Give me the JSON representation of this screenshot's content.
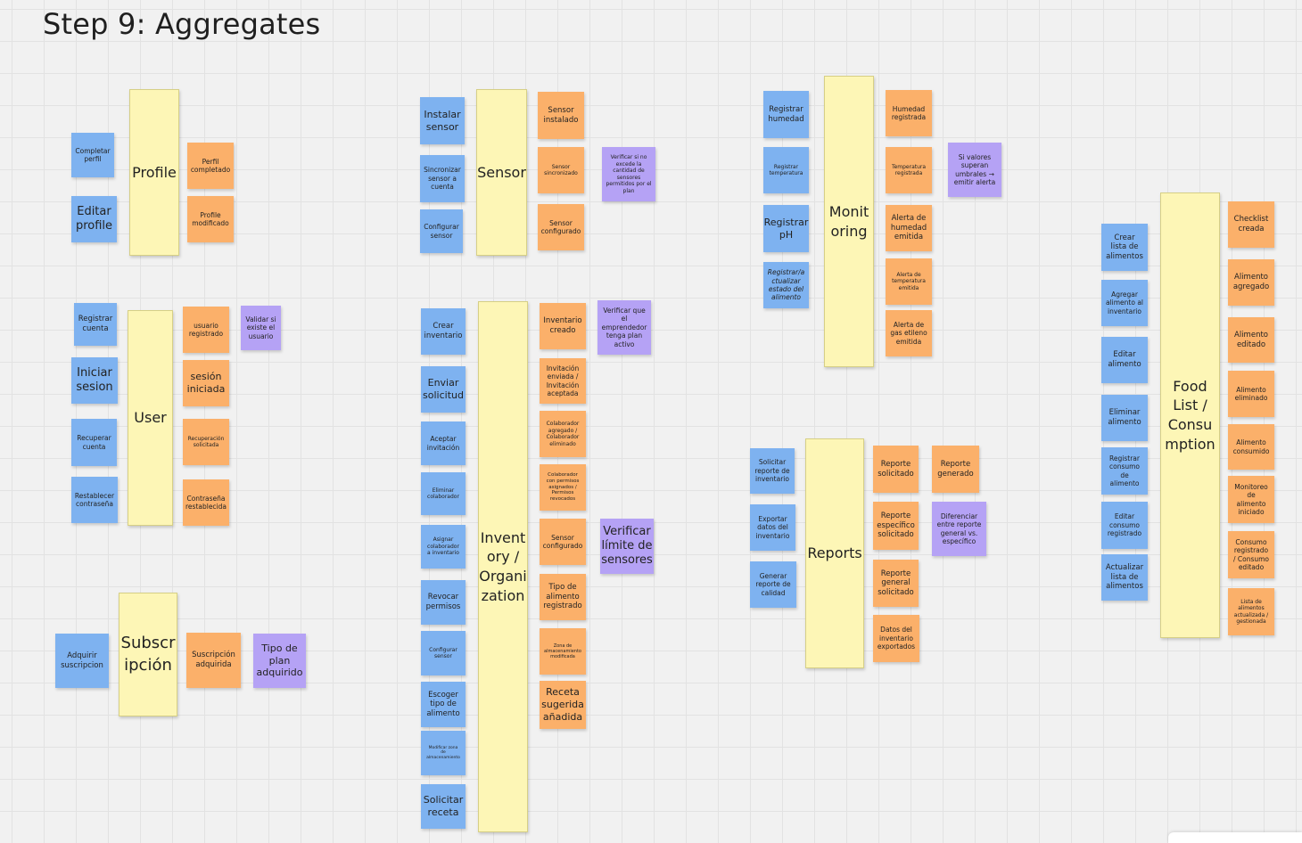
{
  "board": {
    "title": "Step 9: Aggregates"
  },
  "colors": {
    "command": "#7eb2f0",
    "event": "#fbb06a",
    "policy": "#b5a2f5",
    "aggregate": "#fdf6b6"
  },
  "profile": {
    "aggregate": "Profile",
    "commands": [
      "Completar\nperfil",
      "Editar\nprofile"
    ],
    "events": [
      "Perfil\ncompletado",
      "Profile\nmodificado"
    ]
  },
  "user": {
    "aggregate": "User",
    "commands": [
      "Registrar\ncuenta",
      "Iniciar\nsesion",
      "Recuperar\ncuenta",
      "Restablecer\ncontraseña"
    ],
    "events": [
      "usuario\nregistrado",
      "sesión\niniciada",
      "Recuperación\nsolicitada",
      "Contraseña\nrestablecida"
    ],
    "policies": [
      "Validar si\nexiste el\nusuario"
    ]
  },
  "subscription": {
    "aggregate": "Subscr\nipción",
    "commands": [
      "Adquirir\nsuscripcion"
    ],
    "events": [
      "Suscripción\nadquirida"
    ],
    "policies": [
      "Tipo de\nplan\nadquirido"
    ]
  },
  "sensor": {
    "aggregate": "Sensor",
    "commands": [
      "Instalar\nsensor",
      "Sincronizar\nsensor a\ncuenta",
      "Configurar\nsensor"
    ],
    "events": [
      "Sensor\ninstalado",
      "Sensor\nsincronizado",
      "Sensor\nconfigurado"
    ],
    "policies": [
      "Verificar si no\nexcede la\ncantidad de\nsensores\npermitidos por el\nplan"
    ]
  },
  "inventory": {
    "aggregate": "Invent\nory /\nOrgani\nzation",
    "commands": [
      "Crear\ninventario",
      "Enviar\nsolicitud",
      "Aceptar\ninvitación",
      "Eliminar\ncolaborador",
      "Asignar\ncolaborador\na inventario",
      "Revocar\npermisos",
      "Configurar\nsensor",
      "Escoger\ntipo de\nalimento",
      "Modificar zona\nde\nalmacenamiento",
      "Solicitar\nreceta"
    ],
    "events": [
      "Inventario\ncreado",
      "Invitación\nenviada /\nInvitación\naceptada",
      "Colaborador\nagregado /\nColaborador\neliminado",
      "Colaborador\ncon permisos\nasignados /\nPermisos\nrevocados",
      "Sensor\nconfigurado",
      "Tipo de\nalimento\nregistrado",
      "Zona de\nalmacenamiento\nmodificada",
      "Receta\nsugerida\nañadida"
    ],
    "policies": [
      "Verificar que\nel\nemprendedor\ntenga plan\nactivo",
      "Verificar\nlímite de\nsensores"
    ]
  },
  "monitoring": {
    "aggregate": "Monit\noring",
    "commands": [
      "Registrar\nhumedad",
      "Registrar\ntemperatura",
      "Registrar\npH",
      "Registrar/a\nctualizar\nestado del\nalimento"
    ],
    "events": [
      "Humedad\nregistrada",
      "Temperatura\nregistrada",
      "Alerta de\nhumedad\nemitida",
      "Alerta de\ntemperatura\nemitida",
      "Alerta de\ngas etileno\nemitida"
    ],
    "policies": [
      "Si valores\nsuperan\numbrales →\nemitir alerta"
    ]
  },
  "reports": {
    "aggregate": "Reports",
    "commands": [
      "Solicitar\nreporte de\ninventario",
      "Exportar\ndatos del\ninventario",
      "Generar\nreporte de\ncalidad"
    ],
    "events": [
      "Reporte\nsolicitado",
      "Reporte\ngenerado",
      "Reporte\nespecífico\nsolicitado",
      "Reporte\ngeneral\nsolicitado",
      "Datos del\ninventario\nexportados"
    ],
    "policies": [
      "Diferenciar\nentre reporte\ngeneral vs.\nespecífico"
    ]
  },
  "foodlist": {
    "aggregate": "Food\nList /\nConsu\nmption",
    "commands": [
      "Crear\nlista de\nalimentos",
      "Agregar\nalimento al\ninventario",
      "Editar\nalimento",
      "Eliminar\nalimento",
      "Registrar\nconsumo\nde\nalimento",
      "Editar\nconsumo\nregistrado",
      "Actualizar\nlista de\nalimentos"
    ],
    "events": [
      "Checklist\ncreada",
      "Alimento\nagregado",
      "Alimento\neditado",
      "Alimento\neliminado",
      "Alimento\nconsumido",
      "Monitoreo\nde\nalimento\niniciado",
      "Consumo\nregistrado\n/ Consumo\neditado",
      "Lista de\nalimentos\nactualizada /\ngestionada"
    ]
  }
}
